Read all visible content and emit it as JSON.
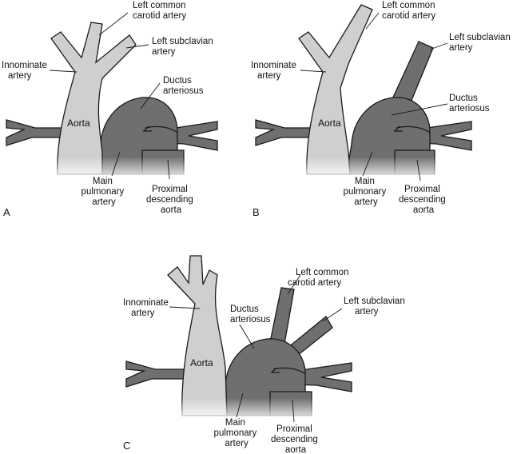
{
  "panels": [
    {
      "letter": "A",
      "labels": {
        "left_common_carotid": [
          "Left common",
          "carotid artery"
        ],
        "left_subclavian": [
          "Left subclavian",
          "artery"
        ],
        "innominate": [
          "Innominate",
          "artery"
        ],
        "ductus": [
          "Ductus",
          "arteriosus"
        ],
        "aorta": "Aorta",
        "main_pulmonary": [
          "Main",
          "pulmonary",
          "artery"
        ],
        "proximal_descending": [
          "Proximal",
          "descending",
          "aorta"
        ]
      }
    },
    {
      "letter": "B",
      "labels": {
        "left_common_carotid": [
          "Left common",
          "carotid artery"
        ],
        "left_subclavian": [
          "Left subclavian",
          "artery"
        ],
        "innominate": [
          "Innominate",
          "artery"
        ],
        "ductus": [
          "Ductus",
          "arteriosus"
        ],
        "aorta": "Aorta",
        "main_pulmonary": [
          "Main",
          "pulmonary",
          "artery"
        ],
        "proximal_descending": [
          "Proximal",
          "descending",
          "aorta"
        ]
      }
    },
    {
      "letter": "C",
      "labels": {
        "left_common_carotid": [
          "Left common",
          "carotid artery"
        ],
        "left_subclavian": [
          "Left subclavian",
          "artery"
        ],
        "innominate": [
          "Innominate",
          "artery"
        ],
        "ductus": [
          "Ductus",
          "arteriosus"
        ],
        "aorta": "Aorta",
        "main_pulmonary": [
          "Main",
          "pulmonary",
          "artery"
        ],
        "proximal_descending": [
          "Proximal",
          "descending",
          "aorta"
        ]
      }
    }
  ],
  "colors": {
    "aorta_fill": "#cfcfcf",
    "pulmonary_fill": "#6f6f6f",
    "outline": "#1a1a1a",
    "background": "#ffffff"
  }
}
